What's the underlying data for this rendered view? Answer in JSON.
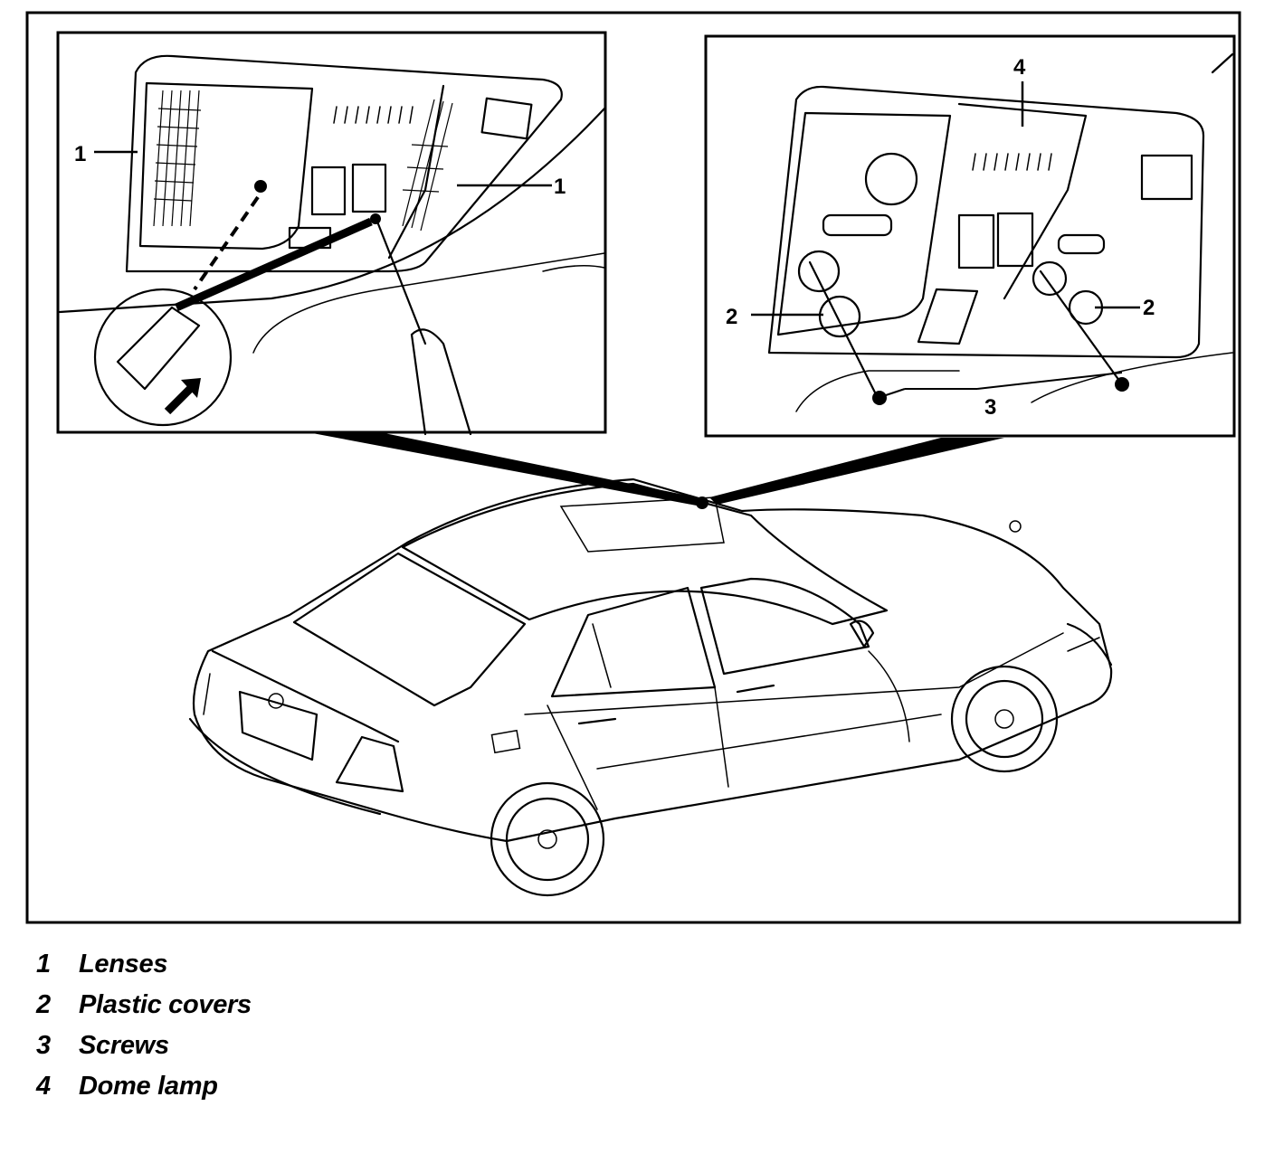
{
  "callouts": {
    "left_lens_a": "1",
    "left_lens_b": "1",
    "right_cover_a": "2",
    "right_cover_b": "2",
    "right_screws": "3",
    "right_dome": "4"
  },
  "legend": [
    {
      "num": "1",
      "label": "Lenses"
    },
    {
      "num": "2",
      "label": "Plastic covers"
    },
    {
      "num": "3",
      "label": "Screws"
    },
    {
      "num": "4",
      "label": "Dome lamp"
    }
  ]
}
